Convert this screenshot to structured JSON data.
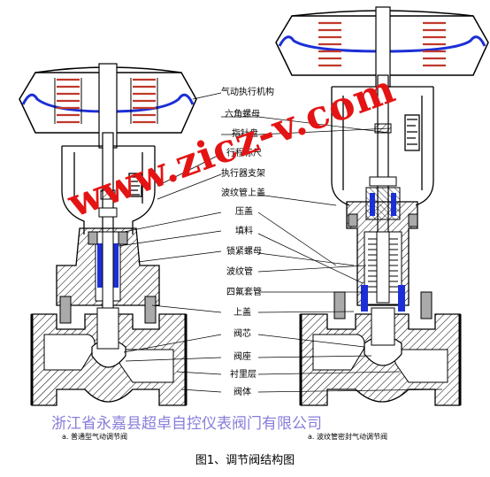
{
  "labels": {
    "actuator": "气动执行机构",
    "hex_nut": "六角螺母",
    "pointer_disc": "指针盘",
    "stroke_scale": "行程标尺",
    "actuator_bracket": "执行器支架",
    "bellows_upper_cover": "波纹管上盖",
    "packing_gland": "压盖",
    "packing": "填料",
    "lock_nut": "锁紧螺母",
    "bellows": "波纹管",
    "ptfe_sleeve": "四氟套管",
    "bonnet": "上盖",
    "valve_plug": "阀芯",
    "valve_seat": "阀座",
    "lining": "衬里层",
    "valve_body": "阀体"
  },
  "subcaptions": {
    "left": "a. 普通型气动调节阀",
    "right": "a. 波纹管密封气动调节阀"
  },
  "watermark": {
    "url": "www.zicz-v.com",
    "company": "浙江省永嘉县超卓自控仪表阀门有限公司"
  },
  "caption": "图1、调节阀结构图",
  "colors": {
    "diaphragm": "#1c2fd6",
    "line": "#000000",
    "hatch": "#000000",
    "watermark_url": "#e41414",
    "watermark_company": "#7b6fd6"
  }
}
